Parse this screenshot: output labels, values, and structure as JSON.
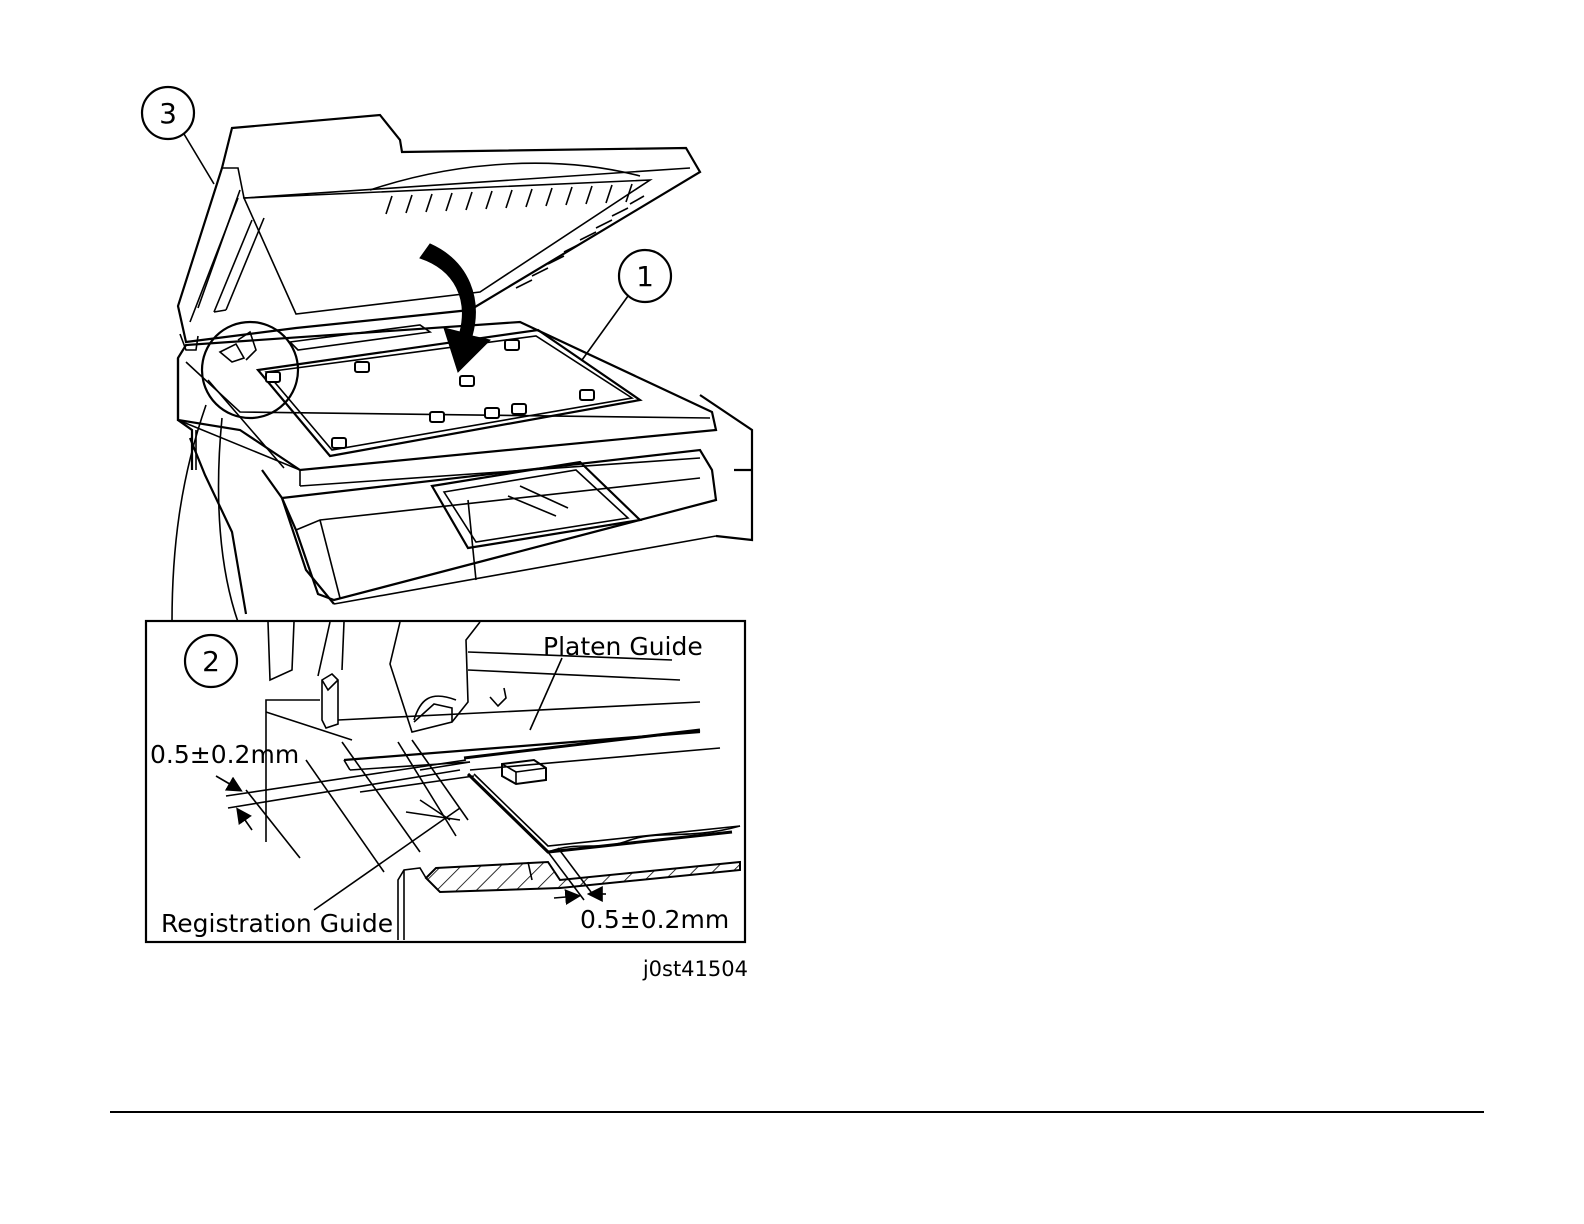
{
  "figure": {
    "callouts": [
      "1",
      "2",
      "3"
    ],
    "labels": {
      "platen_guide": "Platen Guide",
      "registration_guide": "Registration Guide",
      "gap_left": "0.5±0.2mm",
      "gap_right": "0.5±0.2mm"
    },
    "figure_id": "j0st41504"
  }
}
